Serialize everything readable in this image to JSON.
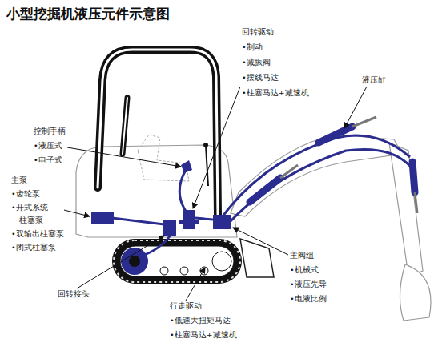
{
  "diagram": {
    "title": "小型挖掘机液压元件示意图",
    "labels": [
      "回转驱动",
      "•制动",
      "•减振阀",
      "•摆线马达",
      "•柱塞马达+减速机",
      "液压缸",
      "控制手柄",
      "•液压式",
      "•电子式",
      "主泵",
      "•齿轮泵",
      "•开式系统",
      "柱塞泵",
      "•双输出柱塞泵",
      "•闭式柱塞泵",
      "主阀组",
      "•机械式",
      "•液压先导",
      "•电液比例",
      "回转接头",
      "行走驱动",
      "•低速大扭矩马达",
      "•柱塞马达+减速机"
    ]
  }
}
